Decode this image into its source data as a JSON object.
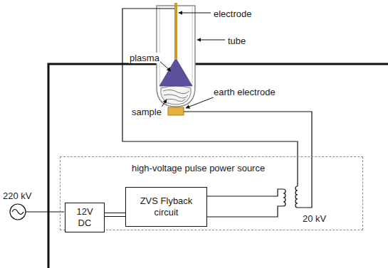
{
  "diagram": {
    "nodes": [
      {
        "text": [
          "high-voltage pulse power source"
        ]
      },
      {
        "text": [
          "12V DC"
        ],
        "in": 0
      },
      {
        "text": [
          "ZVS Flyback circuit"
        ],
        "in": 0
      }
    ],
    "edges": [
      {
        "from": 1,
        "to": 2,
        "arrow": "none"
      }
    ],
    "labels": [
      "electrode",
      "tube",
      "plasma",
      "sample",
      "earth electrode",
      "220 kV",
      "20 kV"
    ]
  }
}
